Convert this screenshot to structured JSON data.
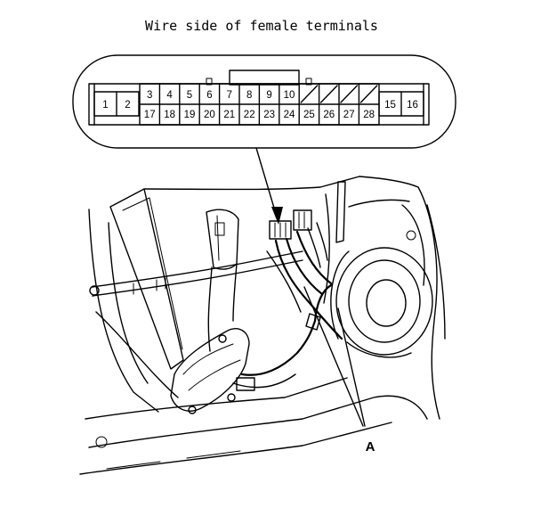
{
  "title": "Wire side of female terminals",
  "connector": {
    "left_pins": [
      "1",
      "2"
    ],
    "top_row": [
      "3",
      "4",
      "5",
      "6",
      "7",
      "8",
      "9",
      "10",
      "",
      "",
      "",
      ""
    ],
    "bottom_row": [
      "17",
      "18",
      "19",
      "20",
      "21",
      "22",
      "23",
      "24",
      "25",
      "26",
      "27",
      "28"
    ],
    "right_pins": [
      "15",
      "16"
    ],
    "unused_top_cells": 4
  },
  "callouts": {
    "a": "A"
  },
  "colors": {
    "line": "#000000",
    "background": "#ffffff"
  }
}
